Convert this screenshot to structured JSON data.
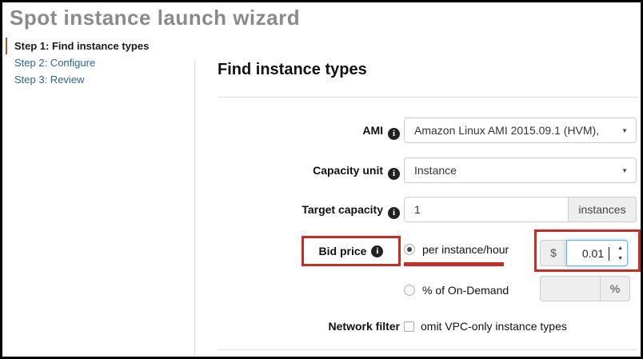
{
  "window": {
    "title": "Spot instance launch wizard"
  },
  "sidebar": {
    "steps": [
      {
        "label": "Step 1: Find instance types",
        "active": true
      },
      {
        "label": "Step 2: Configure",
        "active": false
      },
      {
        "label": "Step 3: Review",
        "active": false
      }
    ]
  },
  "main": {
    "heading": "Find instance types",
    "fields": {
      "ami": {
        "label": "AMI",
        "value": "Amazon Linux AMI 2015.09.1 (HVM),"
      },
      "capacity_unit": {
        "label": "Capacity unit",
        "value": "Instance"
      },
      "target_capacity": {
        "label": "Target capacity",
        "value": "1",
        "unit": "instances"
      },
      "bid_price": {
        "label": "Bid price",
        "options": [
          {
            "label": "per instance/hour",
            "selected": true
          },
          {
            "label": "% of On-Demand",
            "selected": false
          }
        ],
        "currency_symbol": "$",
        "value": "0.01",
        "percent_value": "",
        "percent_symbol": "%"
      },
      "network_filter": {
        "label": "Network filter",
        "checkbox_label": "omit VPC-only instance types",
        "checked": false
      }
    }
  },
  "icons": {
    "info": "i",
    "chevron_down": "▼",
    "spinner_up": "▲",
    "spinner_down": "▼"
  },
  "colors": {
    "annotation_red": "#cc2b24",
    "active_step_border": "#b35426",
    "link_blue": "#2a6496",
    "focus_blue": "#66afe9",
    "title_gray": "#8a8a8a"
  }
}
